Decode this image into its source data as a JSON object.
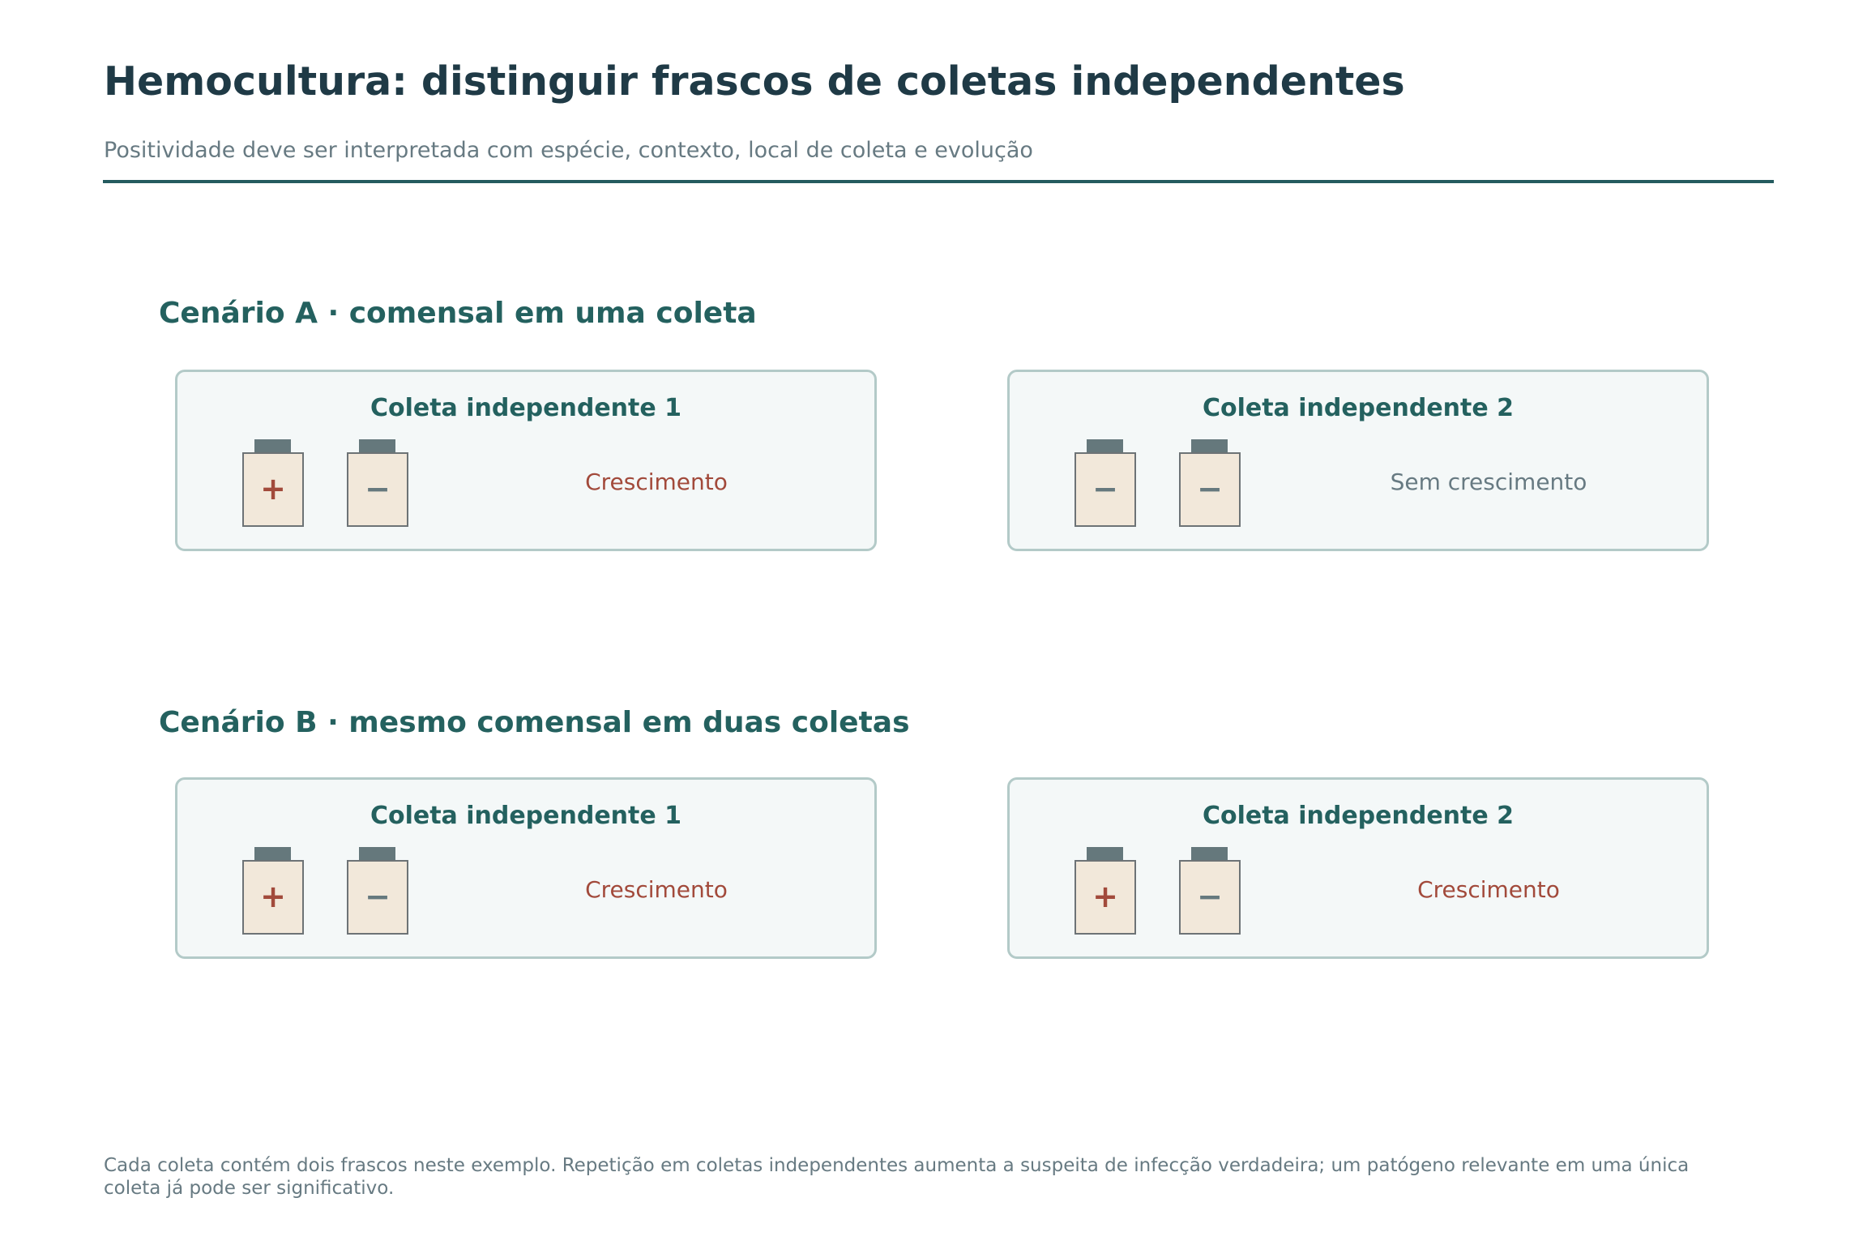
{
  "header": {
    "title": "Hemocultura: distinguir frascos de coletas independentes",
    "subtitle": "Positividade deve ser interpretada com espécie, contexto, local de coleta e evolução"
  },
  "colors": {
    "title": "#1f3a46",
    "accent": "#24615f",
    "positive": "#a24a3b",
    "negative": "#66797e",
    "card_bg": "#f4f8f8",
    "bottle_fill": "#f2e8da"
  },
  "scenarios": [
    {
      "title": "Cenário A · comensal em uma coleta",
      "collections": [
        {
          "title": "Coleta independente 1",
          "bottles": [
            "+",
            "−"
          ],
          "result": "Crescimento"
        },
        {
          "title": "Coleta independente 2",
          "bottles": [
            "−",
            "−"
          ],
          "result": "Sem crescimento"
        }
      ]
    },
    {
      "title": "Cenário B · mesmo comensal em duas coletas",
      "collections": [
        {
          "title": "Coleta independente 1",
          "bottles": [
            "+",
            "−"
          ],
          "result": "Crescimento"
        },
        {
          "title": "Coleta independente 2",
          "bottles": [
            "+",
            "−"
          ],
          "result": "Crescimento"
        }
      ]
    }
  ],
  "footnote": "Cada coleta contém dois frascos neste exemplo. Repetição em coletas independentes aumenta a suspeita de infecção verdadeira; um patógeno relevante em uma única coleta já pode ser significativo."
}
